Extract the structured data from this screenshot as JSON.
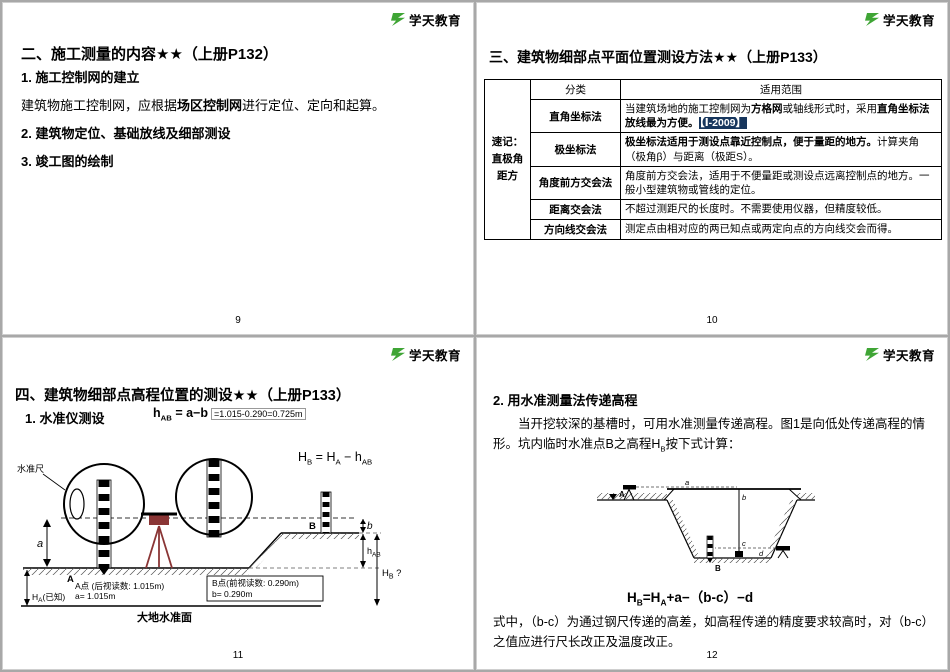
{
  "brand": {
    "name": "学天教育",
    "color": "#3fa535"
  },
  "colors": {
    "badge_bg": "#17365d",
    "badge_text": "#ffffff",
    "tripod": "#8a3535"
  },
  "slides": {
    "s9": {
      "title": "二、施工测量的内容★★（上册P132）",
      "line1": "1. 施工控制网的建立",
      "line2a": "建筑物施工控制网，应根据",
      "line2b": "场区控制网",
      "line2c": "进行定位、定向和起算。",
      "line3": "2. 建筑物定位、基础放线及细部测设",
      "line4": "3. 竣工图的绘制",
      "page": "9"
    },
    "s10": {
      "title": "三、建筑物细部点平面位置测设方法★★（上册P133）",
      "mn1": "速记：",
      "mn2": "直极角",
      "mn3": "距方",
      "h_class": "分类",
      "h_scope": "适用范围",
      "rows": [
        {
          "method": "直角坐标法",
          "d1": "当建筑场地的施工控制网为",
          "d2": "方格网",
          "d3": "或轴线形式时，采用",
          "d4": "直角坐标法放线最为方便。",
          "badge": "【Ⅰ-2009】"
        },
        {
          "method": "极坐标法",
          "d1": "极坐标法适用于测设点靠近控制点，便于量距的地方。",
          "d2": "计算夹角（极角β）与距离（极距S）。"
        },
        {
          "method": "角度前方交会法",
          "d1": "角度前方交会法，适用于不便量距或测设点远离控制点的地方。一般小型建筑物或管线的定位。"
        },
        {
          "method": "距离交会法",
          "d1": "不超过测距尺的长度时。不需要使用仪器，但精度较低。"
        },
        {
          "method": "方向线交会法",
          "d1": "测定点由相对应的两已知点或两定向点的方向线交会而得。"
        }
      ],
      "page": "10"
    },
    "s11": {
      "title": "四、建筑物细部点高程位置的测设★★（上册P133）",
      "sub": "1. 水准仪测设",
      "f1a": "h",
      "f1b": "AB",
      "f1c": " = a−b",
      "f1calc": "=1.015-0.290=0.725m",
      "f2a": "H",
      "f2b": "B",
      "f2c": " = H",
      "f2d": "A",
      "f2e": " − h",
      "f2f": "AB",
      "rod_label": "水准尺",
      "dim_a": "a",
      "dim_b": "b",
      "hab1": "h",
      "hab2": "AB",
      "hb1": "H",
      "hb2": "B",
      "hb3": " ?",
      "ha1": "H",
      "ha2": "A",
      "ha3": "(已知)",
      "point_a": "A",
      "point_b": "B",
      "a_read1": "A点 (后视读数: 1.015m)",
      "a_read2": "a= 1.015m",
      "b_read1": "B点(前视读数: 0.290m)",
      "b_read2": "b= 0.290m",
      "datum": "大地水准面",
      "page": "11"
    },
    "s12": {
      "heading": "2. 用水准测量法传递高程",
      "p1a": "当开挖较深的基槽时，可用水准测量传递高程。图1是向低处传递高程的情形。坑内临时水准点B之高程H",
      "p1b": "B",
      "p1c": "按下式计算：",
      "f1": "H",
      "f2": "B",
      "f3": "=H",
      "f4": "A",
      "f5": "+a−（b-c）−d",
      "p2": "式中，（b-c）为通过钢尺传递的高差，如高程传递的精度要求较高时，对（b-c）之值应进行尺长改正及温度改正。",
      "lbl_A": "A",
      "lbl_B": "B",
      "lbl_a": "a",
      "lbl_b": "b",
      "lbl_c": "c",
      "lbl_d": "d",
      "page": "12"
    }
  }
}
